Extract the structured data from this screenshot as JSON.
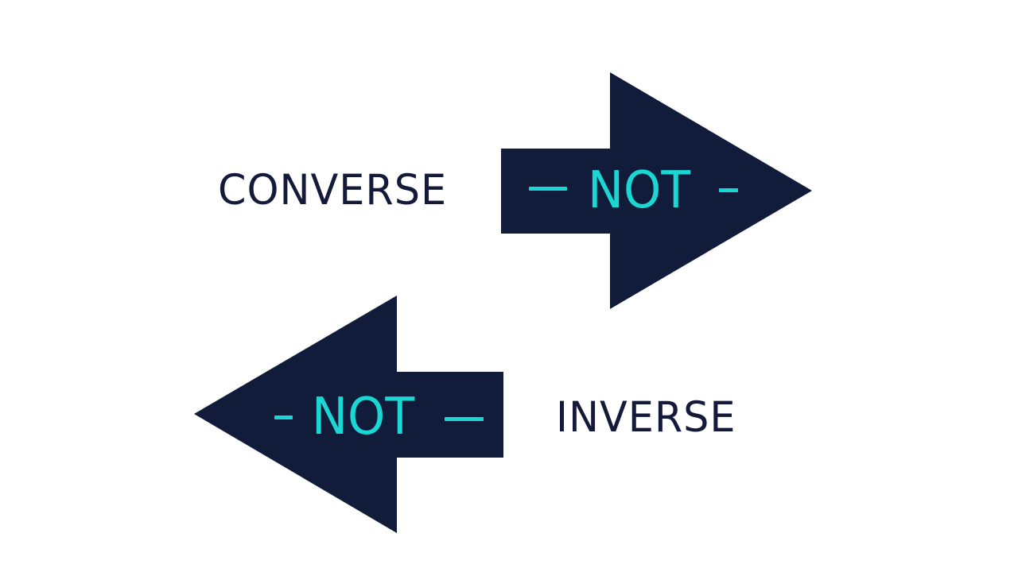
{
  "diagram": {
    "terms": {
      "converse": "CONVERSE",
      "inverse": "INVERSE"
    },
    "arrows": {
      "right": {
        "label": "NOT",
        "direction": "right",
        "fill_color": "#111c3b",
        "label_color": "#19d8d4"
      },
      "left": {
        "label": "NOT",
        "direction": "left",
        "fill_color": "#111c3b",
        "label_color": "#19d8d4"
      }
    },
    "colors": {
      "background": "#ffffff",
      "term_text": "#151a3a",
      "arrow_fill": "#111c3b",
      "accent": "#19d8d4"
    }
  }
}
